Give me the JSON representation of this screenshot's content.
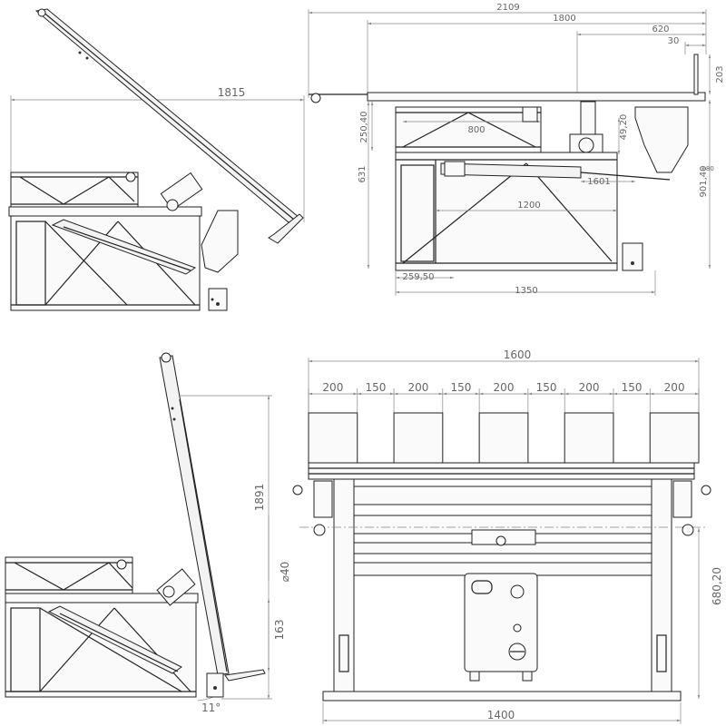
{
  "views": {
    "tilted_side": {
      "dims": {
        "length_tilt": "1815"
      }
    },
    "front_section": {
      "dims": {
        "overall": "2109",
        "table": "1800",
        "stop_offset": "620",
        "stop_w": "30",
        "stop_h": "203",
        "upper_frame_h": "250,40",
        "rail_gap": "49,20",
        "lower_frame_h": "631",
        "inner_w": "800",
        "cyl_stroke": "1601",
        "inner_len": "1200",
        "total_h": "901,40",
        "total_h_tol": "+80",
        "offset": "259,50",
        "base_len": "1350"
      }
    },
    "upright_side": {
      "dims": {
        "mast_h": "1891",
        "bar_dia": "⌀40",
        "low_h": "163",
        "angle": "11°"
      }
    },
    "end_view": {
      "dims": {
        "overall_w": "1600",
        "seg": [
          "200",
          "150",
          "200",
          "150",
          "200",
          "150",
          "200",
          "150",
          "200"
        ],
        "height": "680,20",
        "base_w": "1400"
      }
    }
  }
}
